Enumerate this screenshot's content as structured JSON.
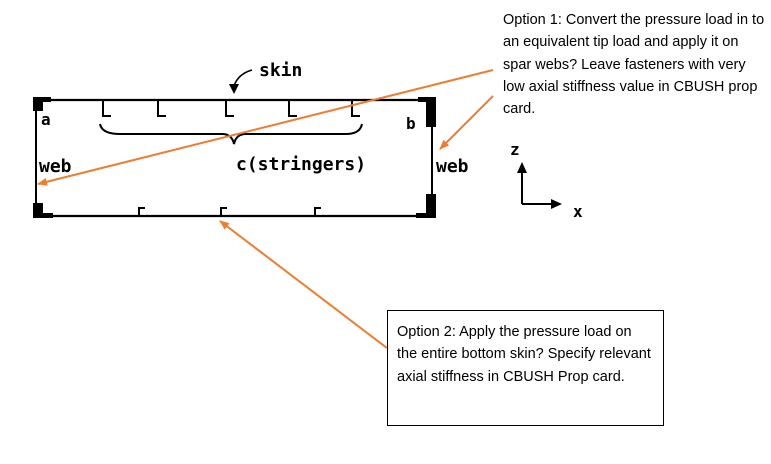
{
  "labels": {
    "skin": "skin",
    "a": "a",
    "b": "b",
    "web_left": "web",
    "web_right": "web",
    "stringers": "c(stringers)",
    "axis_z": "z",
    "axis_x": "x"
  },
  "notes": {
    "option1": "Option 1: Convert the pressure load in to an equivalent tip load and apply it on spar webs? Leave fasteners with very low axial stiffness value in CBUSH prop card.",
    "option2": "Option 2: Apply the pressure load on the entire bottom skin? Specify relevant axial stiffness in CBUSH Prop card."
  },
  "colors": {
    "arrow": "#ed7d31",
    "line": "#000000"
  }
}
